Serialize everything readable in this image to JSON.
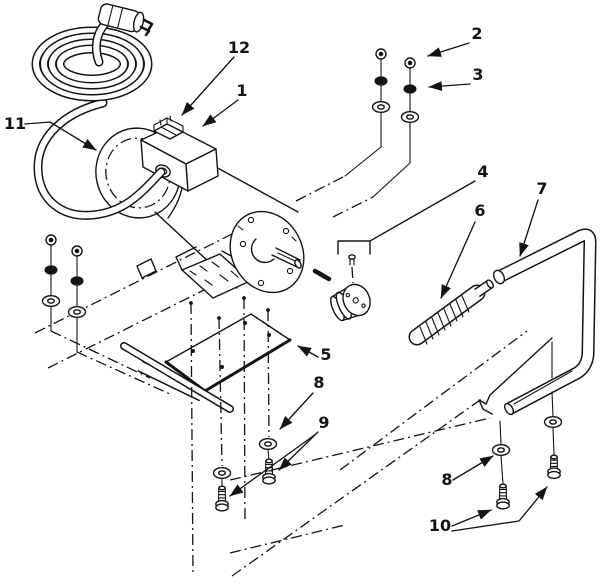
{
  "figure": {
    "background": "#ffffff",
    "ink": "#141414"
  },
  "callouts": {
    "n1": "1",
    "n2": "2",
    "n3": "3",
    "n4": "4",
    "n5": "5",
    "n6": "6",
    "n7": "7",
    "n8a": "8",
    "n8b": "8",
    "n9": "9",
    "n10": "10",
    "n11": "11",
    "n12": "12"
  }
}
